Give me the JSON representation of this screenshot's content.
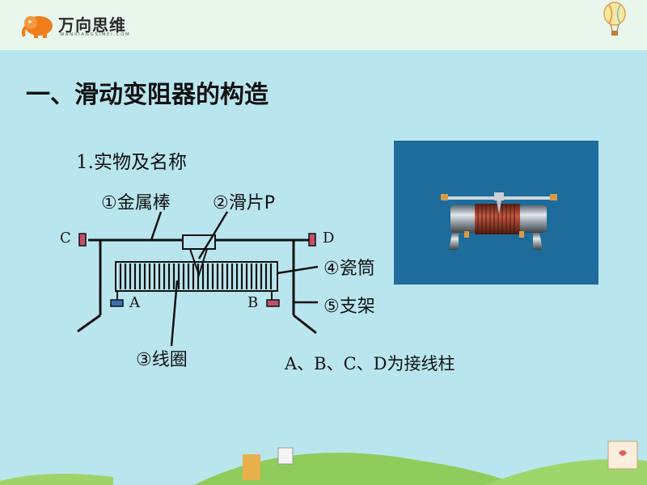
{
  "header": {
    "logo_name": "万向思维",
    "logo_sub": "WANXIANGSIMEI.COM"
  },
  "slide": {
    "title": "一、滑动变阻器的构造",
    "subtitle": "1.实物及名称"
  },
  "diagram": {
    "label_rod": "①金属棒",
    "label_slider": "②滑片P",
    "label_coil": "③线圈",
    "label_tube": "④瓷筒",
    "label_stand": "⑤支架",
    "terminal_a": "A",
    "terminal_b": "B",
    "terminal_c": "C",
    "terminal_d": "D",
    "note": "A、B、C、D为接线柱"
  },
  "colors": {
    "background": "#b9e6ee",
    "header_band": "#e8f6ec",
    "photo_background": "#1d6c9c",
    "terminal_pink": "#c0506a",
    "terminal_blue": "#3a6fb0",
    "coil_copper": "#9c3b2a"
  },
  "icons": [
    "elephant-logo-icon",
    "hot-air-balloon-icon"
  ]
}
